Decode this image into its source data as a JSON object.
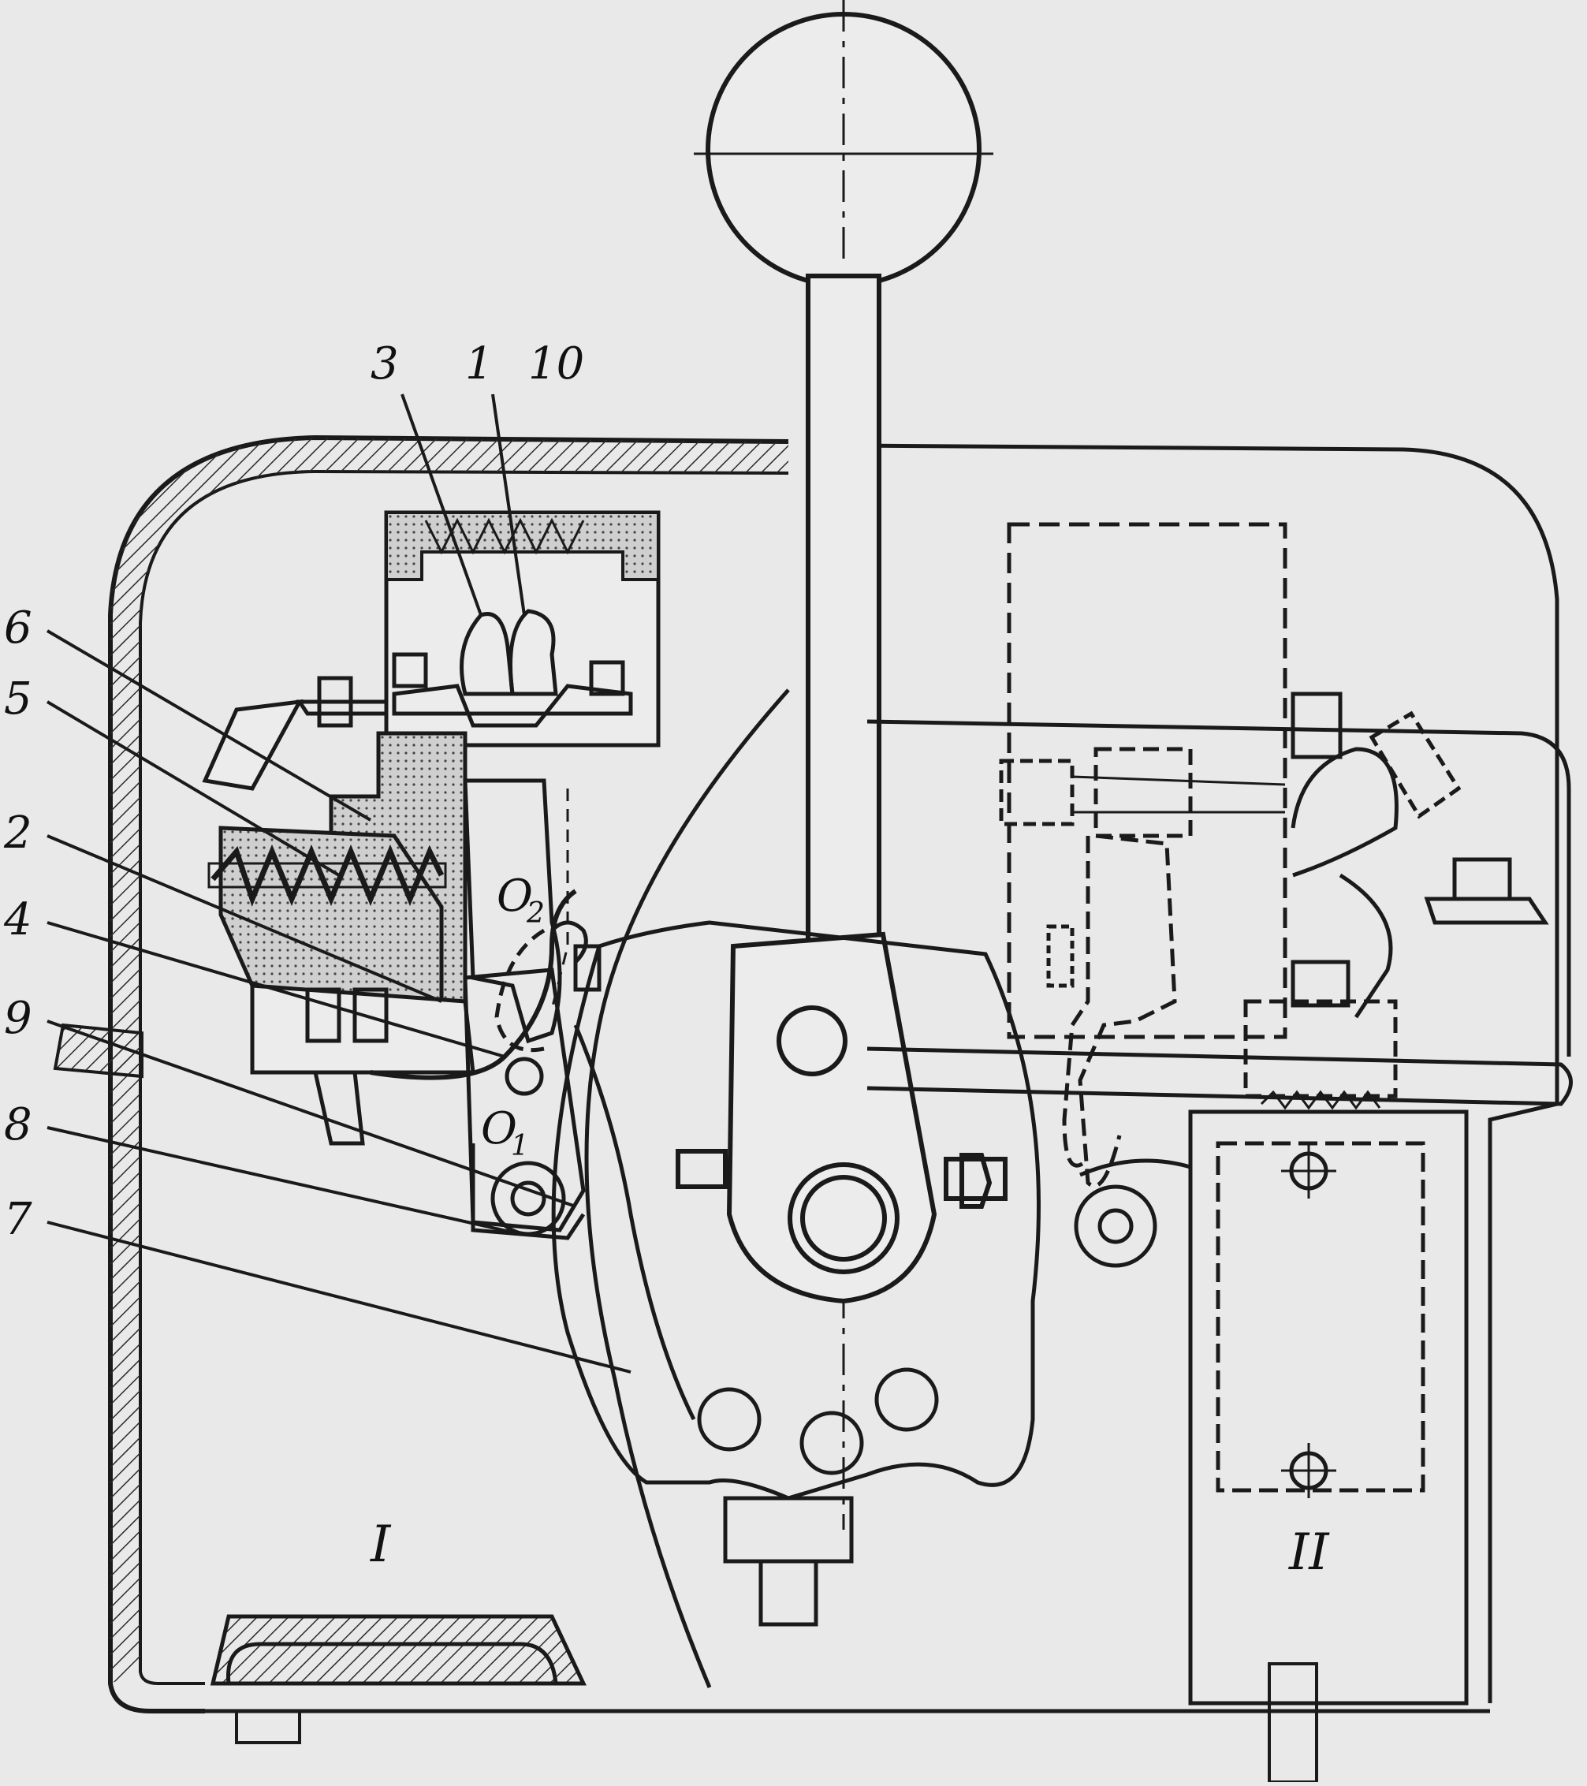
{
  "diagram": {
    "labels": {
      "l3": "3",
      "l1": "1",
      "l10": "10",
      "l6": "6",
      "l5": "5",
      "l2": "2",
      "l4": "4",
      "l9": "9",
      "l8": "8",
      "l7": "7",
      "o2": "O",
      "o2sub": "2",
      "o1": "O",
      "o1sub": "1",
      "roman1": "I",
      "roman2": "II"
    },
    "colors": {
      "paper": "#e9e9e9",
      "ink": "#1a1a1a",
      "hatch": "#2a2a2a",
      "spring_fill": "#d4d4d4"
    }
  }
}
